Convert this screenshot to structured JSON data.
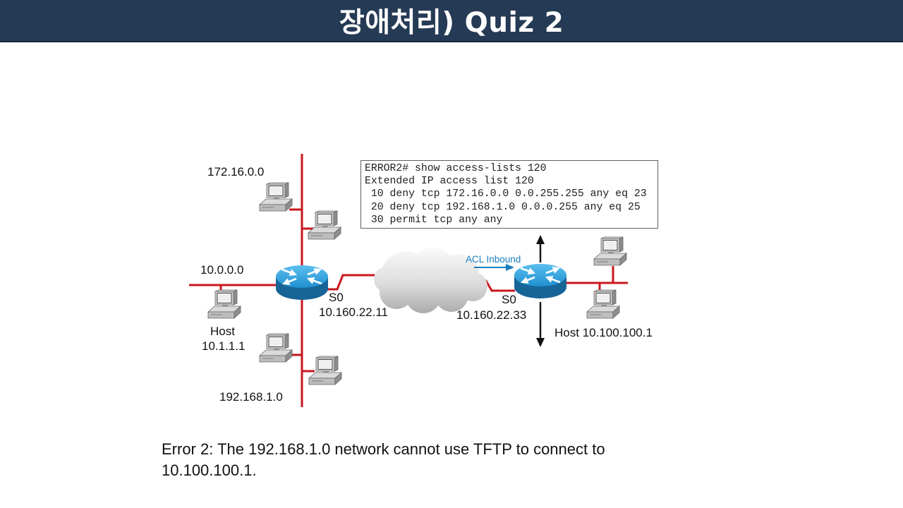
{
  "header": {
    "title": "장애처리) Quiz 2"
  },
  "diagram": {
    "acl_box": {
      "lines": [
        "ERROR2# show access-lists 120",
        "Extended IP access list 120",
        " 10 deny tcp 172.16.0.0 0.0.255.255 any eq 23",
        " 20 deny tcp 192.168.1.0 0.0.0.255 any eq 25",
        " 30 permit tcp any any"
      ]
    },
    "labels": {
      "net_172": "172.16.0.0",
      "net_10": "10.0.0.0",
      "host_left": "Host",
      "host_left_ip": "10.1.1.1",
      "net_192": "192.168.1.0",
      "s0_left": "S0",
      "s0_left_ip": "10.160.22.11",
      "s0_right": "S0",
      "s0_right_ip": "10.160.22.33",
      "acl_inbound": "ACL Inbound",
      "host_right": "Host 10.100.100.1"
    },
    "icons": {
      "router": "router-icon",
      "computer": "computer-icon",
      "cloud": "wan-cloud-icon",
      "direction": "arrow-icon"
    }
  },
  "caption": {
    "line1": "Error 2: The 192.168.1.0 network cannot use TFTP to connect to",
    "line2": "10.100.100.1."
  },
  "colors": {
    "header_bg": "#253a54",
    "link": "#c8171e",
    "acl_inbound": "#1a80bf",
    "router": "#2196d3"
  }
}
